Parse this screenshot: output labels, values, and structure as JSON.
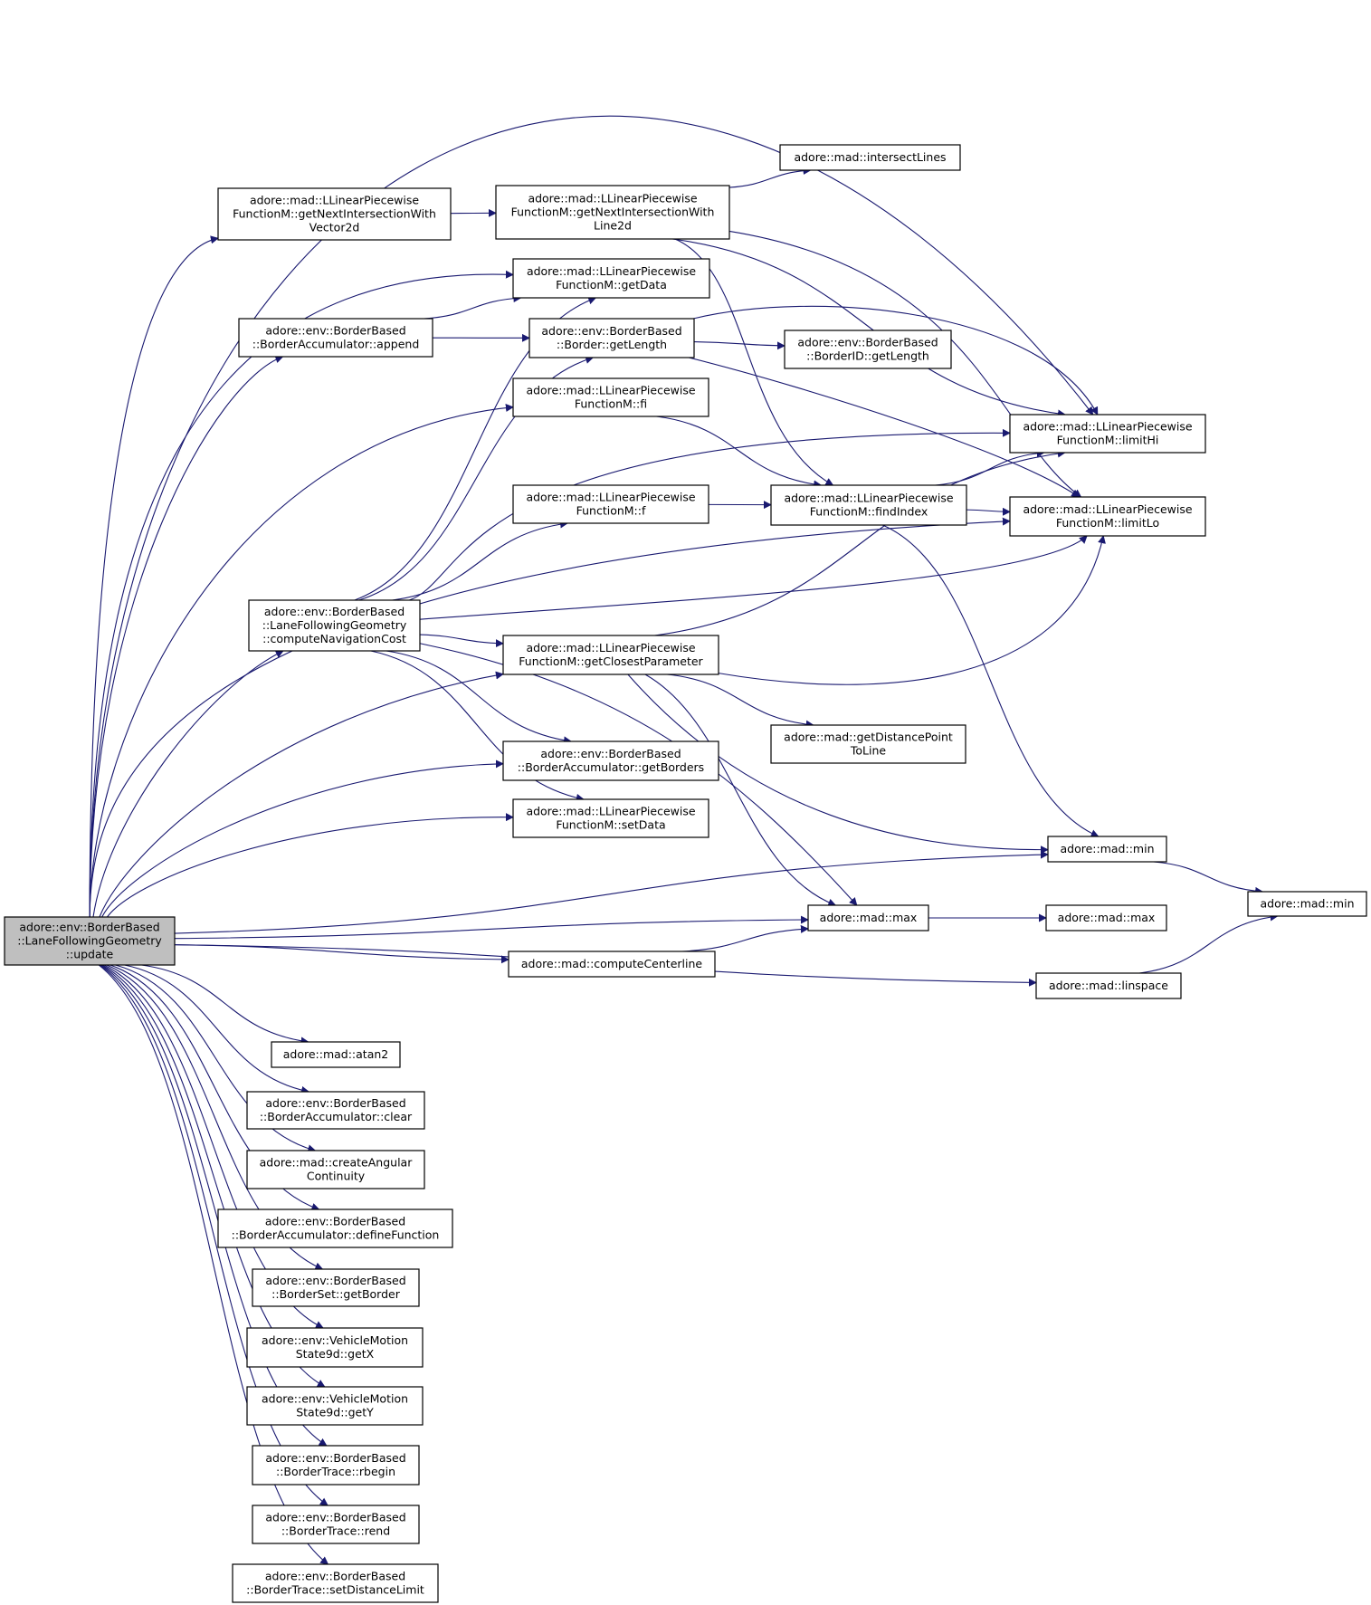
{
  "graph": {
    "kind": "call graph",
    "nodes": [
      {
        "id": "update",
        "lines": [
          "adore::env::BorderBased",
          "::LaneFollowingGeometry",
          "::update"
        ],
        "root": true
      },
      {
        "id": "getNextIntersectionWithVector2d",
        "lines": [
          "adore::mad::LLinearPiecewise",
          "FunctionM::getNextIntersectionWith",
          "Vector2d"
        ]
      },
      {
        "id": "getNextIntersectionWithLine2d",
        "lines": [
          "adore::mad::LLinearPiecewise",
          "FunctionM::getNextIntersectionWith",
          "Line2d"
        ]
      },
      {
        "id": "intersectLines",
        "lines": [
          "adore::mad::intersectLines"
        ]
      },
      {
        "id": "getData",
        "lines": [
          "adore::mad::LLinearPiecewise",
          "FunctionM::getData"
        ]
      },
      {
        "id": "append",
        "lines": [
          "adore::env::BorderBased",
          "::BorderAccumulator::append"
        ]
      },
      {
        "id": "getLength",
        "lines": [
          "adore::env::BorderBased",
          "::Border::getLength"
        ]
      },
      {
        "id": "borderIdGetLength",
        "lines": [
          "adore::env::BorderBased",
          "::BorderID::getLength"
        ]
      },
      {
        "id": "fi",
        "lines": [
          "adore::mad::LLinearPiecewise",
          "FunctionM::fi"
        ]
      },
      {
        "id": "limitHi",
        "lines": [
          "adore::mad::LLinearPiecewise",
          "FunctionM::limitHi"
        ]
      },
      {
        "id": "f",
        "lines": [
          "adore::mad::LLinearPiecewise",
          "FunctionM::f"
        ]
      },
      {
        "id": "findIndex",
        "lines": [
          "adore::mad::LLinearPiecewise",
          "FunctionM::findIndex"
        ]
      },
      {
        "id": "limitLo",
        "lines": [
          "adore::mad::LLinearPiecewise",
          "FunctionM::limitLo"
        ]
      },
      {
        "id": "computeNavigationCost",
        "lines": [
          "adore::env::BorderBased",
          "::LaneFollowingGeometry",
          "::computeNavigationCost"
        ]
      },
      {
        "id": "getClosestParameter",
        "lines": [
          "adore::mad::LLinearPiecewise",
          "FunctionM::getClosestParameter"
        ]
      },
      {
        "id": "getDistancePointToLine",
        "lines": [
          "adore::mad::getDistancePoint",
          "ToLine"
        ]
      },
      {
        "id": "getBorders",
        "lines": [
          "adore::env::BorderBased",
          "::BorderAccumulator::getBorders"
        ]
      },
      {
        "id": "setData",
        "lines": [
          "adore::mad::LLinearPiecewise",
          "FunctionM::setData"
        ]
      },
      {
        "id": "min1",
        "lines": [
          "adore::mad::min"
        ]
      },
      {
        "id": "min2",
        "lines": [
          "adore::mad::min"
        ]
      },
      {
        "id": "max1",
        "lines": [
          "adore::mad::max"
        ]
      },
      {
        "id": "max2",
        "lines": [
          "adore::mad::max"
        ]
      },
      {
        "id": "computeCenterline",
        "lines": [
          "adore::mad::computeCenterline"
        ]
      },
      {
        "id": "linspace",
        "lines": [
          "adore::mad::linspace"
        ]
      },
      {
        "id": "atan2",
        "lines": [
          "adore::mad::atan2"
        ]
      },
      {
        "id": "clear",
        "lines": [
          "adore::env::BorderBased",
          "::BorderAccumulator::clear"
        ]
      },
      {
        "id": "createAngularContinuity",
        "lines": [
          "adore::mad::createAngular",
          "Continuity"
        ]
      },
      {
        "id": "defineFunction",
        "lines": [
          "adore::env::BorderBased",
          "::BorderAccumulator::defineFunction"
        ]
      },
      {
        "id": "getBorder",
        "lines": [
          "adore::env::BorderBased",
          "::BorderSet::getBorder"
        ]
      },
      {
        "id": "getX",
        "lines": [
          "adore::env::VehicleMotion",
          "State9d::getX"
        ]
      },
      {
        "id": "getY",
        "lines": [
          "adore::env::VehicleMotion",
          "State9d::getY"
        ]
      },
      {
        "id": "rbegin",
        "lines": [
          "adore::env::BorderBased",
          "::BorderTrace::rbegin"
        ]
      },
      {
        "id": "rend",
        "lines": [
          "adore::env::BorderBased",
          "::BorderTrace::rend"
        ]
      },
      {
        "id": "setDistanceLimit",
        "lines": [
          "adore::env::BorderBased",
          "::BorderTrace::setDistanceLimit"
        ]
      }
    ],
    "edges": [
      [
        "update",
        "limitHi"
      ],
      [
        "update",
        "getNextIntersectionWithVector2d"
      ],
      [
        "update",
        "getData"
      ],
      [
        "update",
        "append"
      ],
      [
        "update",
        "fi"
      ],
      [
        "update",
        "limitLo"
      ],
      [
        "update",
        "computeNavigationCost"
      ],
      [
        "update",
        "getClosestParameter"
      ],
      [
        "update",
        "getBorders"
      ],
      [
        "update",
        "setData"
      ],
      [
        "update",
        "min1"
      ],
      [
        "update",
        "max1"
      ],
      [
        "update",
        "computeCenterline"
      ],
      [
        "update",
        "linspace"
      ],
      [
        "update",
        "atan2"
      ],
      [
        "update",
        "clear"
      ],
      [
        "update",
        "createAngularContinuity"
      ],
      [
        "update",
        "defineFunction"
      ],
      [
        "update",
        "getBorder"
      ],
      [
        "update",
        "getX"
      ],
      [
        "update",
        "getY"
      ],
      [
        "update",
        "rbegin"
      ],
      [
        "update",
        "rend"
      ],
      [
        "update",
        "setDistanceLimit"
      ],
      [
        "getNextIntersectionWithVector2d",
        "getNextIntersectionWithLine2d"
      ],
      [
        "getNextIntersectionWithLine2d",
        "intersectLines"
      ],
      [
        "getNextIntersectionWithLine2d",
        "limitHi"
      ],
      [
        "getNextIntersectionWithLine2d",
        "limitLo"
      ],
      [
        "getNextIntersectionWithLine2d",
        "findIndex"
      ],
      [
        "append",
        "getData"
      ],
      [
        "append",
        "getLength"
      ],
      [
        "getLength",
        "borderIdGetLength"
      ],
      [
        "getLength",
        "limitHi"
      ],
      [
        "getLength",
        "limitLo"
      ],
      [
        "fi",
        "findIndex"
      ],
      [
        "f",
        "findIndex"
      ],
      [
        "findIndex",
        "limitHi"
      ],
      [
        "findIndex",
        "limitLo"
      ],
      [
        "findIndex",
        "min1"
      ],
      [
        "computeNavigationCost",
        "getData"
      ],
      [
        "computeNavigationCost",
        "getLength"
      ],
      [
        "computeNavigationCost",
        "limitHi"
      ],
      [
        "computeNavigationCost",
        "f"
      ],
      [
        "computeNavigationCost",
        "limitLo"
      ],
      [
        "computeNavigationCost",
        "getClosestParameter"
      ],
      [
        "computeNavigationCost",
        "getBorders"
      ],
      [
        "computeNavigationCost",
        "setData"
      ],
      [
        "computeNavigationCost",
        "max1"
      ],
      [
        "getClosestParameter",
        "limitHi"
      ],
      [
        "getClosestParameter",
        "limitLo"
      ],
      [
        "getClosestParameter",
        "getDistancePointToLine"
      ],
      [
        "getClosestParameter",
        "min1"
      ],
      [
        "getClosestParameter",
        "max1"
      ],
      [
        "min1",
        "min2"
      ],
      [
        "max1",
        "max2"
      ],
      [
        "computeCenterline",
        "max1"
      ],
      [
        "linspace",
        "min2"
      ]
    ]
  },
  "colors": {
    "edge": "#191970",
    "node_border": "#000000",
    "node_fill": "#ffffff",
    "root_fill": "#bfbfbf"
  }
}
